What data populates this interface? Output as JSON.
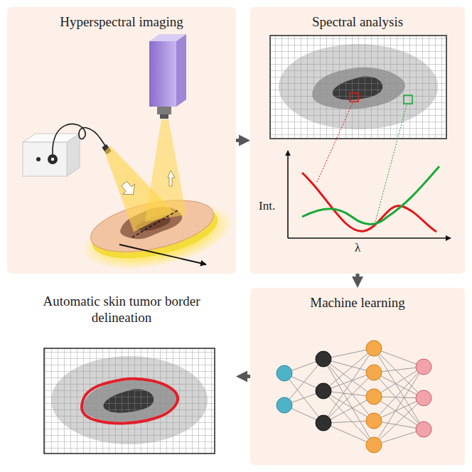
{
  "diagram": {
    "nodes": [
      {
        "text": [
          "Hyperspectral imaging"
        ]
      },
      {
        "text": [
          "Spectral analysis"
        ]
      },
      {
        "text": [
          "Machine learning"
        ]
      },
      {
        "text": [
          "Automatic skin tumor border delineation"
        ]
      }
    ],
    "edges": [
      {
        "from": 0,
        "to": 1,
        "arrow": "to"
      },
      {
        "from": 1,
        "to": 2,
        "arrow": "to"
      },
      {
        "from": 2,
        "to": 3,
        "arrow": "to"
      }
    ],
    "labels": [
      "Int.",
      "λ"
    ]
  }
}
